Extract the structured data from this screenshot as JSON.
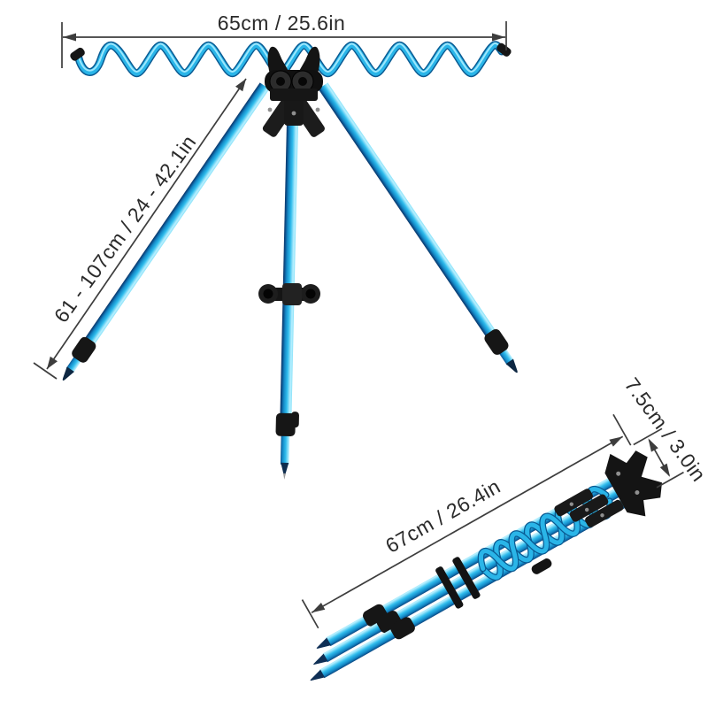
{
  "diagram": {
    "background": "#ffffff",
    "annotations": {
      "crossbar_width_label": "65cm / 25.6in",
      "leg_height_label": "61 - 107cm / 24 - 42.1in",
      "folded_length_label": "67cm / 26.4in",
      "folded_diameter_label": "7.5cm / 3.0in"
    },
    "colors": {
      "tube_blue": "#2ab5e8",
      "tube_dark_blue": "#0a5a92",
      "tube_highlight": "#a8ecff",
      "tube_navy_edge": "#0a2f5c",
      "hardware_black": "#161616",
      "dimension_line": "#3d3d3d",
      "label_text": "#2a2a2a"
    }
  }
}
